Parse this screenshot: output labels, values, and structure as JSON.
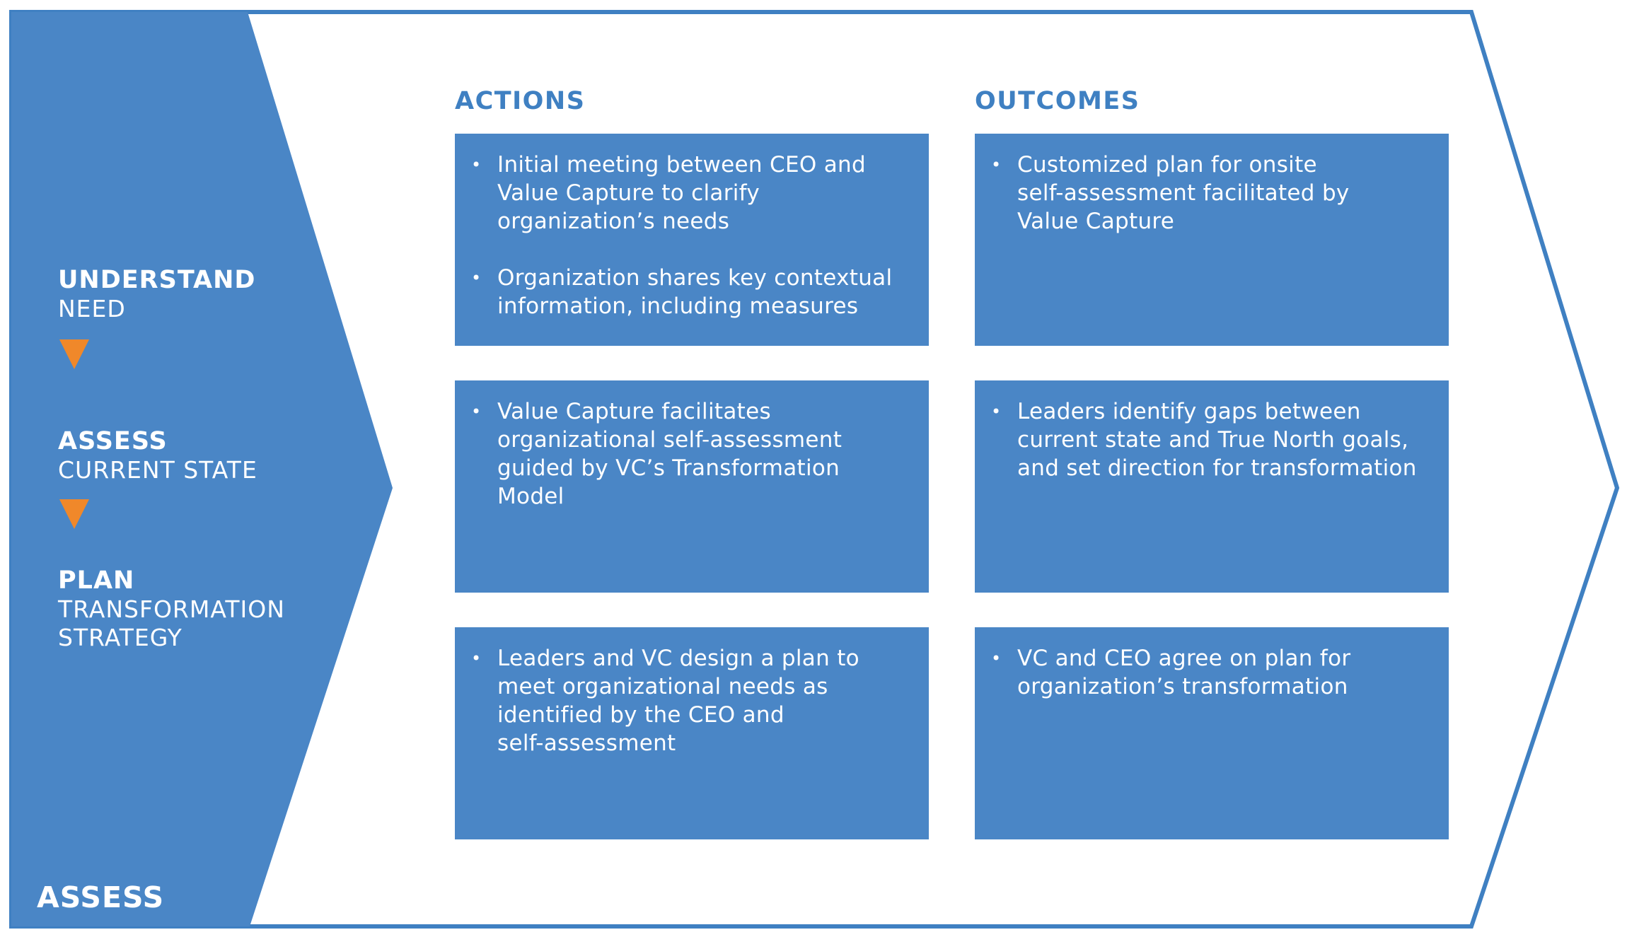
{
  "colors": {
    "band_blue": "#4a86c6",
    "outline_blue": "#3f80c2",
    "arrow_orange": "#f0882a",
    "text_white": "#ffffff"
  },
  "phase_label": "ASSESS",
  "stages": [
    {
      "title": "UNDERSTAND",
      "subtitle_lines": [
        "NEED"
      ]
    },
    {
      "title": "ASSESS",
      "subtitle_lines": [
        "CURRENT STATE"
      ]
    },
    {
      "title": "PLAN",
      "subtitle_lines": [
        "TRANSFORMATION",
        "STRATEGY"
      ]
    }
  ],
  "columns": {
    "actions": "ACTIONS",
    "outcomes": "OUTCOMES"
  },
  "rows": [
    {
      "actions": [
        [
          "Initial meeting between CEO and",
          "Value Capture to clarify",
          "organization’s needs"
        ],
        [
          "Organization shares key contextual",
          "information, including measures"
        ]
      ],
      "outcomes": [
        [
          "Customized plan for onsite",
          "self-assessment facilitated by",
          "Value Capture"
        ]
      ]
    },
    {
      "actions": [
        [
          "Value Capture facilitates",
          "organizational self-assessment",
          "guided by VC’s Transformation",
          "Model"
        ]
      ],
      "outcomes": [
        [
          "Leaders identify gaps between",
          "current state and True North goals,",
          "and set direction for transformation"
        ]
      ]
    },
    {
      "actions": [
        [
          "Leaders and VC design a plan to",
          "meet organizational needs as",
          "identified by the CEO and",
          "self-assessment"
        ]
      ],
      "outcomes": [
        [
          "VC and CEO agree on plan for",
          "organization’s transformation"
        ]
      ]
    }
  ]
}
